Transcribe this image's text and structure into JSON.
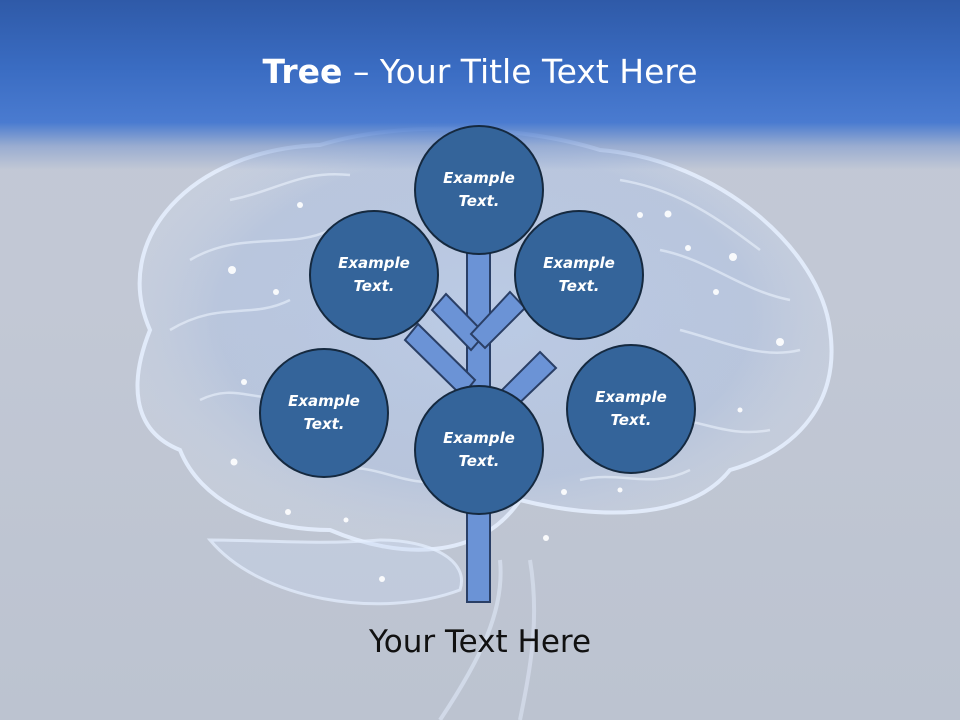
{
  "slide": {
    "title_bold": "Tree",
    "title_sep": " – ",
    "title_rest": "Your Title Text Here",
    "footer_text": "Your Text Here"
  },
  "tree": {
    "nodes": [
      {
        "label": "Example Text."
      },
      {
        "label": "Example Text."
      },
      {
        "label": "Example Text."
      },
      {
        "label": "Example Text."
      },
      {
        "label": "Example Text."
      },
      {
        "label": "Example Text."
      }
    ]
  },
  "colors": {
    "header": "#3a6cc2",
    "node_fill": "#34649a",
    "node_border": "#15293f",
    "branch_fill": "#6b93d6",
    "branch_border": "#2a3f66"
  }
}
